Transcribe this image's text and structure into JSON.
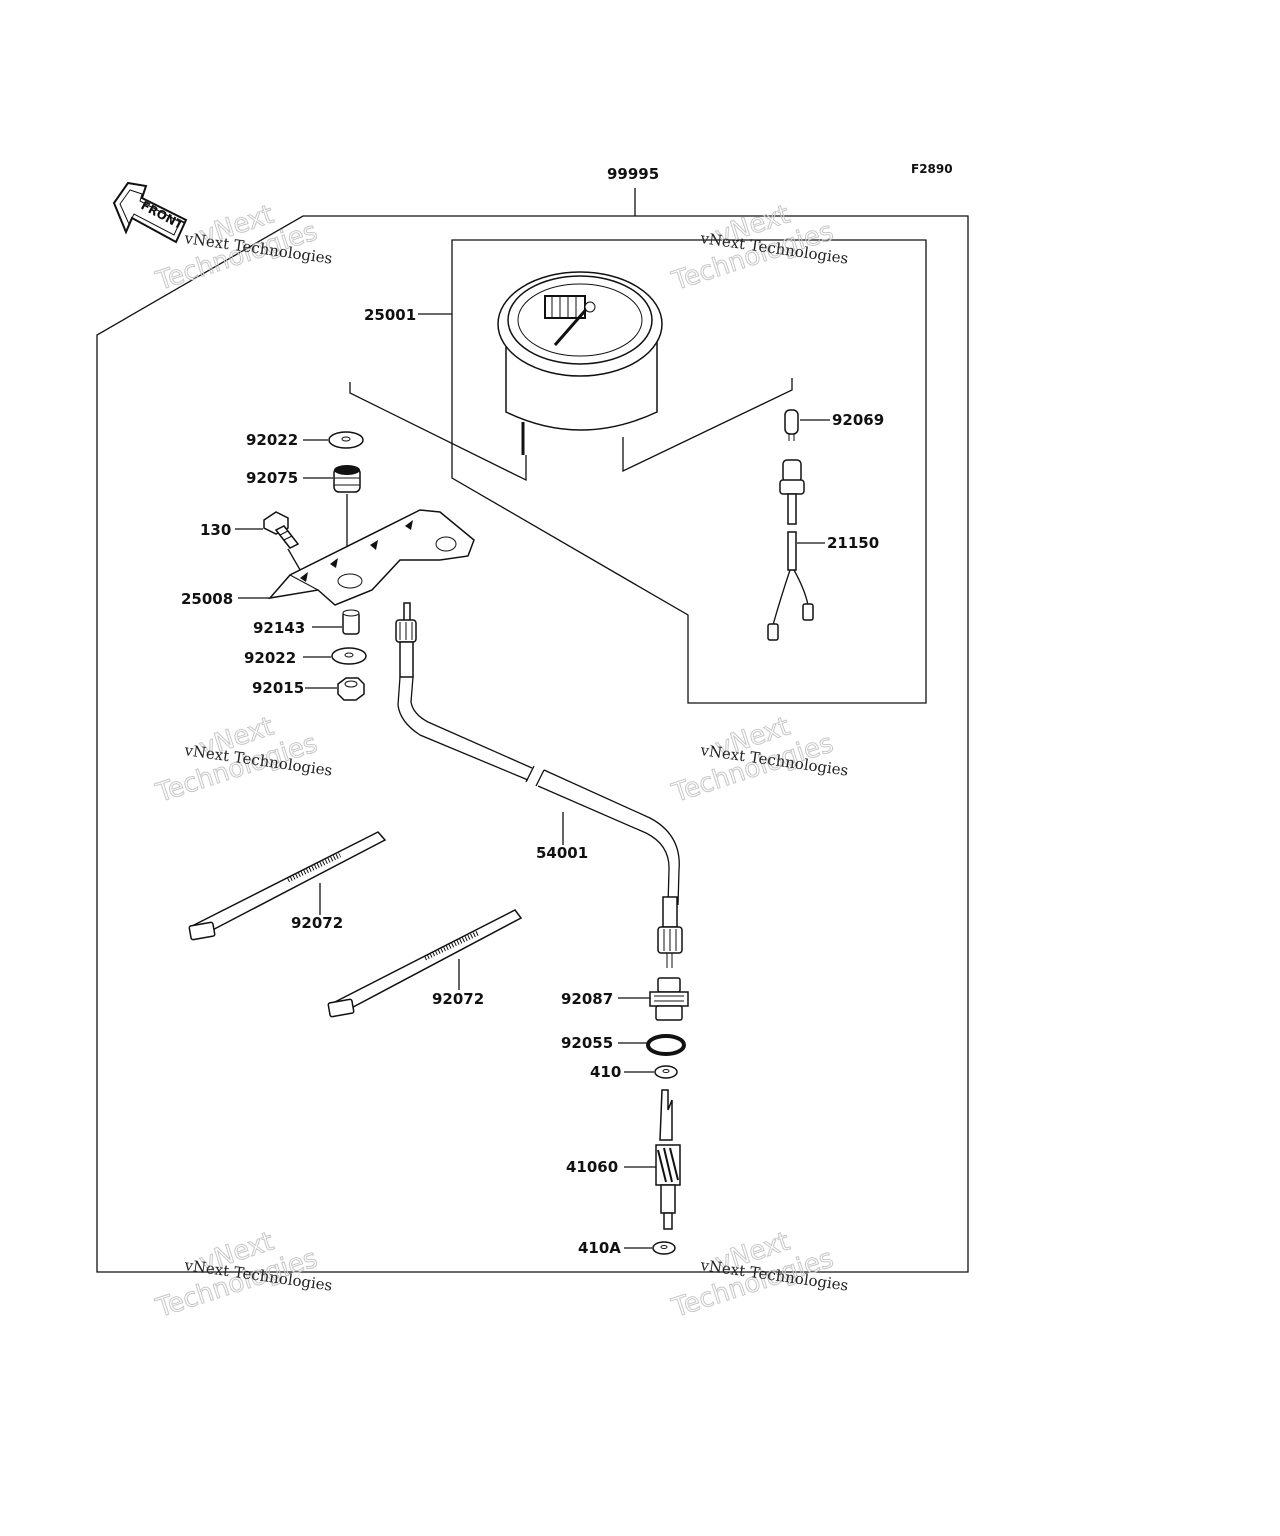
{
  "figure_code": "F2890",
  "front_label": "FRONT",
  "watermark": {
    "line1": "vNext Technologies",
    "line2": "vNext",
    "line3": "Technologies"
  },
  "labels": {
    "kit": "99995",
    "speedometer": "25001",
    "bulb": "92069",
    "washer_top": "92022",
    "grommet": "92075",
    "bolt": "130",
    "lamp_harness": "21150",
    "bracket": "25008",
    "collar": "92143",
    "washer_bottom": "92022",
    "nut": "92015",
    "cable": "54001",
    "band_1": "92072",
    "band_2": "92072",
    "bushing": "92087",
    "o_ring": "92055",
    "washer_410": "410",
    "gear": "41060",
    "washer_410a": "410A"
  }
}
